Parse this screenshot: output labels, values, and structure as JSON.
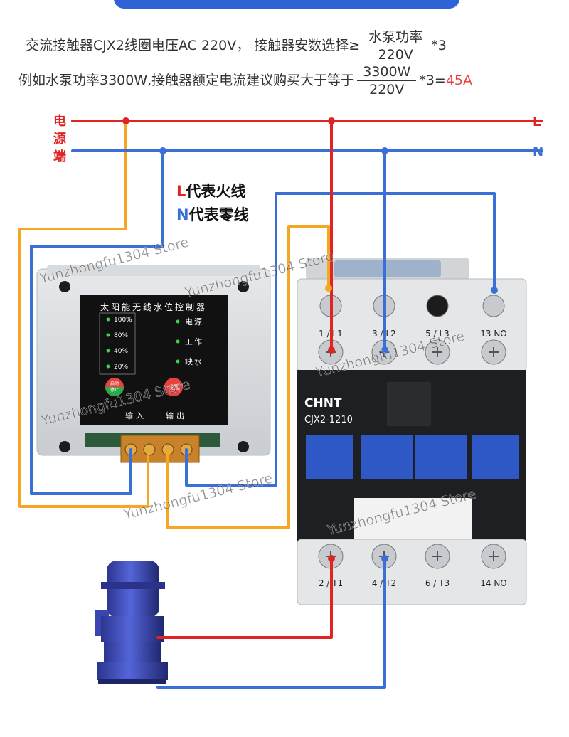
{
  "formula1": {
    "text": "交流接触器CJX2线圈电压AC 220V， 接触器安数选择≥",
    "numerator": "水泵功率",
    "denominator": "220V",
    "suffix": "*3"
  },
  "formula2": {
    "text": "例如水泵功率3300W,接触器额定电流建议购买大于等于",
    "numerator": "3300W",
    "denominator": "220V",
    "suffix": "*3=",
    "result": "45A"
  },
  "power_source": {
    "label_chars": [
      "电",
      "源",
      "端"
    ],
    "L_label": "L",
    "N_label": "N"
  },
  "legend": {
    "live_letter": "L",
    "live_text": "代表火线",
    "neutral_letter": "N",
    "neutral_text": "代表零线"
  },
  "controller": {
    "title": "太阳能无线水位控制器",
    "levels": [
      "100%",
      "80%",
      "40%",
      "20%"
    ],
    "status": [
      "电源",
      "工作",
      "缺水"
    ],
    "start_stop_button": "启动\n停止",
    "set_button": "设置",
    "input_label": "输入",
    "output_label": "输出"
  },
  "contactor": {
    "brand": "CHNT",
    "model": "CJX2-1210",
    "top_terminals": [
      "1 / L1",
      "3 / L2",
      "5 / L3",
      "13 NO"
    ],
    "bottom_terminals": [
      "2 / T1",
      "4 / T2",
      "6 / T3",
      "14 NO"
    ]
  },
  "watermark": "Yunzhongfu1304 Store",
  "colors": {
    "live": "#e02424",
    "neutral": "#3b6fd8",
    "signal": "#f5a623",
    "result": "#e8423f",
    "accent": "#2d63d6",
    "contactor_blue": "#2e58c6"
  }
}
